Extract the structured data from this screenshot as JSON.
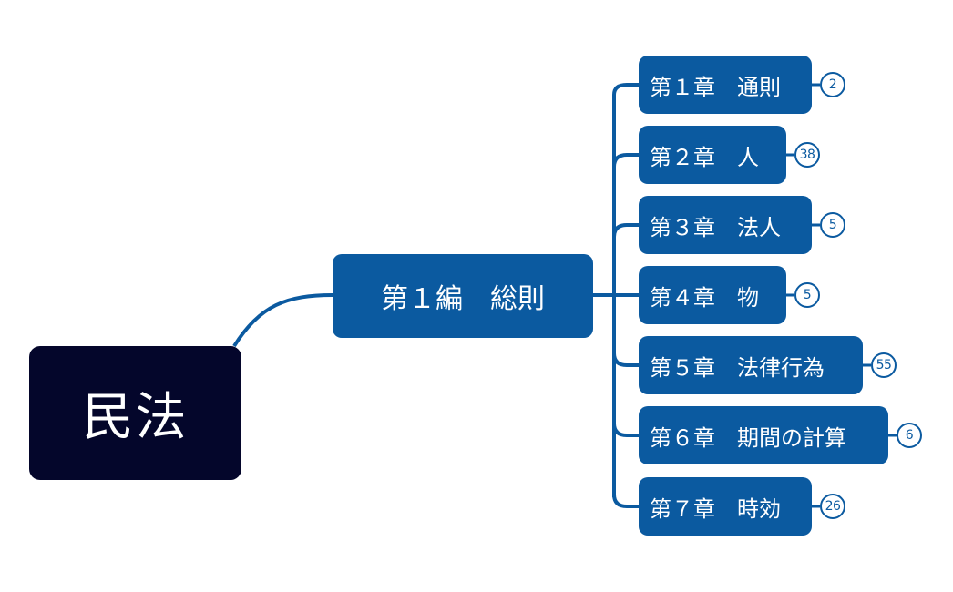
{
  "root": {
    "label": "民法"
  },
  "part": {
    "label": "第１編　総則"
  },
  "chapters": [
    {
      "label": "第１章　通則",
      "count": "2"
    },
    {
      "label": "第２章　人",
      "count": "38"
    },
    {
      "label": "第３章　法人",
      "count": "5"
    },
    {
      "label": "第４章　物",
      "count": "5"
    },
    {
      "label": "第５章　法律行為",
      "count": "55"
    },
    {
      "label": "第６章　期間の計算",
      "count": "6"
    },
    {
      "label": "第７章　時効",
      "count": "26"
    }
  ],
  "colors": {
    "root_fill": "#04062b",
    "node_fill": "#0b5aa0",
    "connector": "#0b5aa0",
    "badge_border": "#0b5aa0"
  }
}
